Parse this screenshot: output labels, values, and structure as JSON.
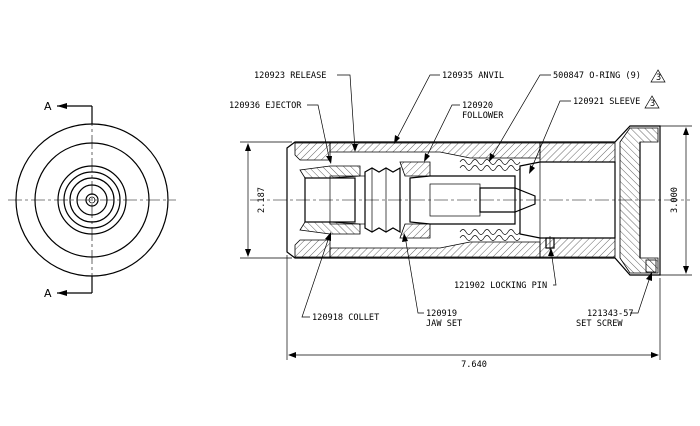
{
  "section_marker": "A",
  "dimensions": {
    "overall_length": "7.640",
    "body_diameter": "2.187",
    "flange_diameter": "3.000"
  },
  "callouts": {
    "release": "120923 RELEASE",
    "anvil": "120935 ANVIL",
    "oring": "500847  O-RING (9)",
    "oring_flag": "3",
    "ejector": "120936 EJECTOR",
    "follower_1": "120920",
    "follower_2": "FOLLOWER",
    "sleeve": "120921 SLEEVE",
    "sleeve_flag": "3",
    "locking_pin": "121902 LOCKING PIN",
    "collet": "120918 COLLET",
    "jaw_set_1": "120919",
    "jaw_set_2": "JAW SET",
    "set_screw_1": "121343-57",
    "set_screw_2": "SET SCREW"
  }
}
